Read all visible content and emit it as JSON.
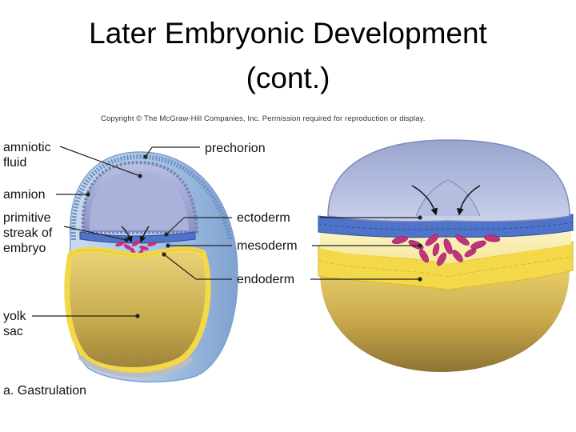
{
  "title": {
    "line1": "Later Embryonic Development",
    "line2": "(cont.)"
  },
  "copyright": "Copyright © The McGraw-Hill Companies, Inc. Permission required for reproduction or display.",
  "labels": {
    "amniotic_fluid": [
      "amniotic",
      "fluid"
    ],
    "amnion": "amnion",
    "primitive_streak": [
      "primitive",
      "streak of",
      "embryo"
    ],
    "yolk_sac": [
      "yolk",
      "sac"
    ],
    "prechorion": "prechorion",
    "ectoderm": "ectoderm",
    "mesoderm": "mesoderm",
    "endoderm": "endoderm"
  },
  "caption": "a. Gastrulation",
  "colors": {
    "chorion_blue": "#9ebfe0",
    "amnion_purple": "#8c94c4",
    "ectoderm_blue": "#4f73c9",
    "mesoderm_magenta": "#c2337e",
    "endoderm_yellow": "#f3d84a",
    "yolk_gold": "#c8aa50"
  }
}
